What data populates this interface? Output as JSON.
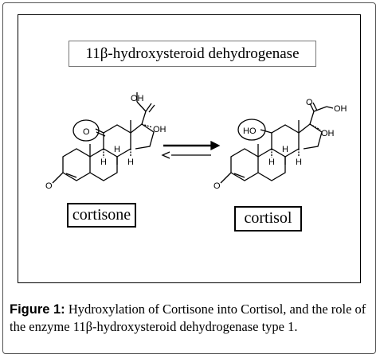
{
  "enzyme_title": "11β-hydroxysteroid dehydrogenase",
  "left_molecule": {
    "name": "cortisone",
    "atoms": {
      "oh_top": "OH",
      "oh_side": "OH",
      "ring_o": "O",
      "ketone_o": "O",
      "h1": "H",
      "h2": "H",
      "h3": "H"
    }
  },
  "right_molecule": {
    "name": "cortisol",
    "atoms": {
      "ketone_o": "O",
      "oh_top": "OH",
      "oh_side": "OH",
      "ho": "HO",
      "ring_o": "O",
      "h1": "H",
      "h2": "H",
      "h3": "H"
    }
  },
  "caption": {
    "label": "Figure 1:",
    "text": " Hydroxylation of Cortisone into Cortisol, and the role of the enzyme 11β-hydroxysteroid dehydrogenase type 1."
  }
}
